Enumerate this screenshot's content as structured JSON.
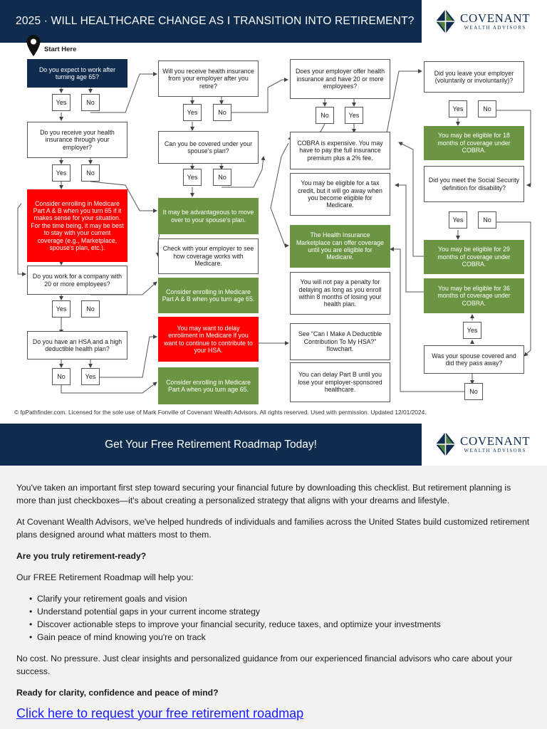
{
  "header": {
    "title": "2025 · WILL HEALTHCARE CHANGE AS I TRANSITION INTO RETIREMENT?",
    "logo_name": "COVENANT",
    "logo_sub": "WEALTH ADVISORS"
  },
  "flowchart": {
    "start_label": "Start Here",
    "q_work_after_65": "Do you expect to work after turning age 65?",
    "q_employer_insurance": "Do you receive your health insurance through your employer?",
    "consider_part_ab_65": "Consider enrolling in Medicare Part A & B when you turn 65 if it makes sense for your situation. For the time being, it may be best to stay with your current coverage (e.g., Marketplace, spouse's plan, etc.).",
    "q_company_20": "Do you work for a company with 20 or more employees?",
    "q_hsa": "Do you have an HSA and a high deductible health plan?",
    "q_retiree_insurance": "Will you receive health insurance from your employer after you retire?",
    "q_spouse_plan": "Can you be covered under your spouse's plan?",
    "move_spouse_plan": "It may be advantageous to move over to your spouse's plan.",
    "check_employer": "Check with your employer to see how coverage works with Medicare.",
    "enroll_ab_65": "Consider enrolling in Medicare Part A & B when you turn age 65.",
    "delay_enrollment_hsa": "You may want to delay enrollment in Medicare if you want to continue to contribute to your HSA.",
    "enroll_a_65": "Consider enrolling in Medicare Part A when you turn age 65.",
    "q_employer_20": "Does your employer offer health insurance and have 20 or more employees?",
    "cobra_expensive": "COBRA is expensive. You may have to pay the full insurance premium plus a 2% fee.",
    "tax_credit": "You may be eligible for a tax credit, but it will go away when you become eligible for Medicare.",
    "marketplace": "The Health Insurance Marketplace can offer coverage until you are eligible for Medicare.",
    "no_penalty": "You will not pay a penalty for delaying as long as you enroll within 8 months of losing your health plan.",
    "see_hsa_flowchart": "See “Can I Make A Deductible Contribution To My HSA?” flowchart.",
    "delay_part_b": "You can delay Part B until you lose your employer-sponsored healthcare.",
    "q_leave_employer": "Did you leave your employer (voluntarily or involuntarily)?",
    "cobra_18": "You may be eligible for 18 months of coverage under COBRA.",
    "q_ss_disability": "Did you meet the Social Security definition for disability?",
    "cobra_29": "You may be eligible for 29 months of coverage under COBRA.",
    "cobra_36": "You may be eligible for 36 months of coverage under COBRA.",
    "q_spouse_covered": "Was your spouse covered and did they pass away?",
    "yes": "Yes",
    "no": "No",
    "copyright": "© fpPathfinder.com. Licensed for the sole use of Mark Fonville of Covenant Wealth Advisors. All rights reserved. Used with permission. Updated 12/01/2024."
  },
  "cta": {
    "title": "Get Your Free Retirement Roadmap Today!"
  },
  "content": {
    "p1": "You've taken an important first step toward securing your financial future by downloading this checklist. But retirement planning is more than just checkboxes—it's about creating a personalized strategy that aligns with your dreams and lifestyle.",
    "p2": "At Covenant Wealth Advisors, we've helped hundreds of individuals and families across the United States build customized retirement plans designed around what matters most to them.",
    "q1": "Are you truly retirement-ready?",
    "p3": "Our FREE Retirement Roadmap will help you:",
    "bullets": [
      "Clarify your retirement goals and vision",
      "Understand potential gaps in your current income strategy",
      "Discover actionable steps to improve your financial security, reduce taxes, and optimize your investments",
      "Gain peace of mind knowing you're on track"
    ],
    "p4": "No cost. No pressure. Just clear insights and personalized guidance from our experienced financial advisors who care about your success.",
    "q2": "Ready for clarity, confidence and peace of mind?",
    "link": "Click here to request your free retirement roadmap"
  },
  "colors": {
    "navy": "#0f2b4d",
    "green": "#6b9543",
    "red": "#ff0000",
    "link": "#1a1aff"
  }
}
